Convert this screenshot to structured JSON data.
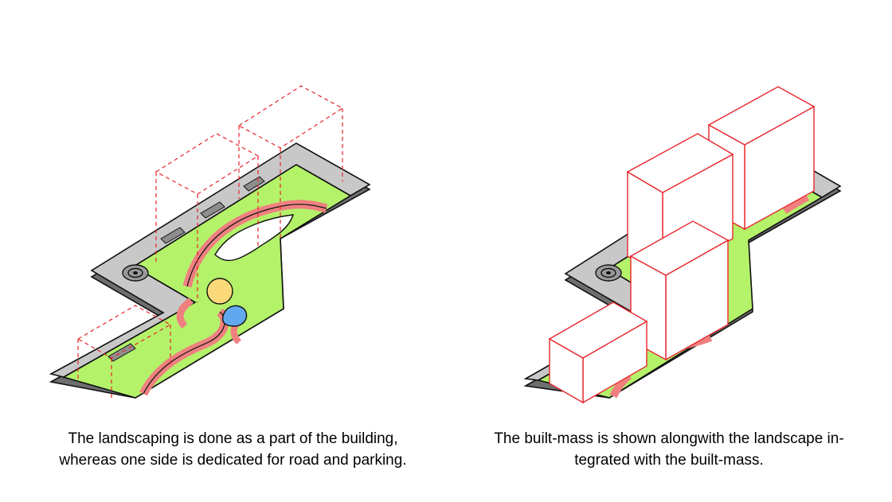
{
  "captions": {
    "left_line1": "The landscaping is done as a part of the building,",
    "left_line2": "whereas one side is dedicated for road and parking.",
    "right_line1": "The built-mass is shown alongwith the landscape in-",
    "right_line2": "tegrated with the built-mass."
  },
  "colors": {
    "landscape": "#b4f26a",
    "road": "#c8c8c8",
    "road_dark": "#8a8a8a",
    "path": "#f08080",
    "outline": "#111111",
    "massing": "#e8262c",
    "pond": "#62a8ee",
    "plaza": "#fbd97a"
  }
}
